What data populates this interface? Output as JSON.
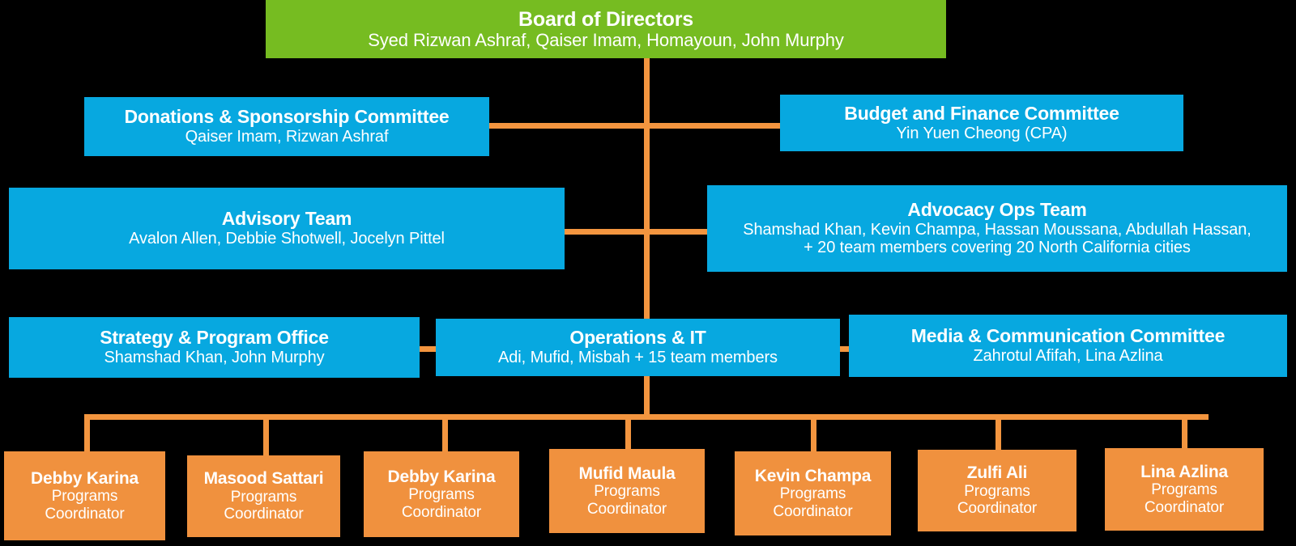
{
  "diagram": {
    "type": "organizational-chart",
    "background_color": "#000000",
    "colors": {
      "root": "#76BC21",
      "branch": "#07A8E0",
      "leaf": "#F0913E",
      "connector": "#F3953F",
      "text": "#FFFFFF"
    }
  },
  "root": {
    "title": "Board of Directors",
    "members": "Syed Rizwan Ashraf, Qaiser Imam, Homayoun, John Murphy"
  },
  "committees": [
    {
      "title": "Donations & Sponsorship Committee",
      "members": "Qaiser Imam, Rizwan Ashraf"
    },
    {
      "title": "Budget and Finance Committee",
      "members": "Yin Yuen Cheong (CPA)"
    },
    {
      "title": "Advisory Team",
      "members": "Avalon Allen,  Debbie Shotwell, Jocelyn Pittel"
    },
    {
      "title": "Advocacy Ops Team",
      "members_line1": "Shamshad Khan, Kevin Champa, Hassan Moussana, Abdullah Hassan,",
      "members_line2": "+ 20 team members covering 20 North California cities"
    },
    {
      "title": "Strategy & Program Office",
      "members": "Shamshad Khan, John Murphy"
    },
    {
      "title": "Operations & IT",
      "members": "Adi, Mufid, Misbah + 15 team members"
    },
    {
      "title": "Media & Communication Committee",
      "members": "Zahrotul Afifah, Lina Azlina"
    }
  ],
  "coordinators": [
    {
      "name": "Debby Karina",
      "role_line1": "Programs",
      "role_line2": "Coordinator"
    },
    {
      "name": "Masood Sattari",
      "role_line1": "Programs",
      "role_line2": "Coordinator"
    },
    {
      "name": "Debby Karina",
      "role_line1": "Programs",
      "role_line2": "Coordinator"
    },
    {
      "name": "Mufid Maula",
      "role_line1": "Programs",
      "role_line2": "Coordinator"
    },
    {
      "name": "Kevin Champa",
      "role_line1": "Programs",
      "role_line2": "Coordinator"
    },
    {
      "name": "Zulfi Ali",
      "role_line1": "Programs",
      "role_line2": "Coordinator"
    },
    {
      "name": "Lina Azlina",
      "role_line1": "Programs",
      "role_line2": "Coordinator"
    }
  ]
}
